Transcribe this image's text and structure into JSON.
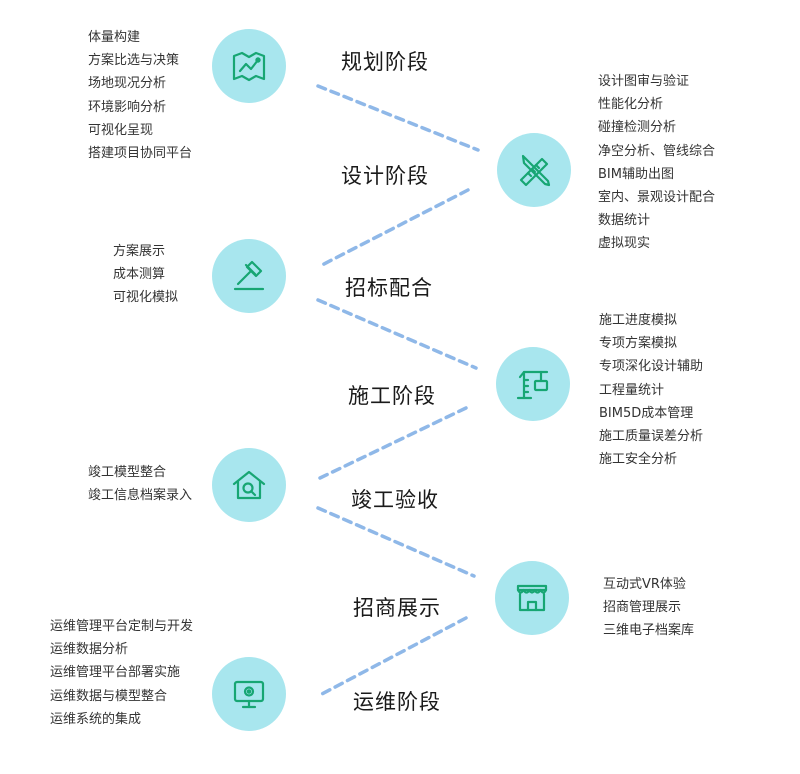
{
  "colors": {
    "circle": "#a8e6ee",
    "icon": "#17a673",
    "dash": "#8fb8e8"
  },
  "stages": [
    {
      "label": "规划阶段"
    },
    {
      "label": "设计阶段"
    },
    {
      "label": "招标配合"
    },
    {
      "label": "施工阶段"
    },
    {
      "label": "竣工验收"
    },
    {
      "label": "招商展示"
    },
    {
      "label": "运维阶段"
    }
  ],
  "nodes": [
    {
      "icon": "map-icon",
      "items": [
        "体量构建",
        "方案比选与决策",
        "场地现况分析",
        "环境影响分析",
        "可视化呈现",
        "搭建项目协同平台"
      ]
    },
    {
      "icon": "pencil-ruler-icon",
      "items": [
        "设计图审与验证",
        "性能化分析",
        "碰撞检测分析",
        "净空分析、管线综合",
        "BIM辅助出图",
        "室内、景观设计配合",
        "数据统计",
        "虚拟现实"
      ]
    },
    {
      "icon": "gavel-icon",
      "items": [
        "方案展示",
        "成本测算",
        "可视化模拟"
      ]
    },
    {
      "icon": "crane-icon",
      "items": [
        "施工进度模拟",
        "专项方案模拟",
        "专项深化设计辅助",
        "工程量统计",
        "BIM5D成本管理",
        "施工质量误差分析",
        "施工安全分析"
      ]
    },
    {
      "icon": "house-search-icon",
      "items": [
        "竣工模型整合",
        "竣工信息档案录入"
      ]
    },
    {
      "icon": "storefront-icon",
      "items": [
        "互动式VR体验",
        "招商管理展示",
        "三维电子档案库"
      ]
    },
    {
      "icon": "monitor-gear-icon",
      "items": [
        "运维管理平台定制与开发",
        "运维数据分析",
        "运维管理平台部署实施",
        "运维数据与模型整合",
        "运维系统的集成"
      ]
    }
  ]
}
